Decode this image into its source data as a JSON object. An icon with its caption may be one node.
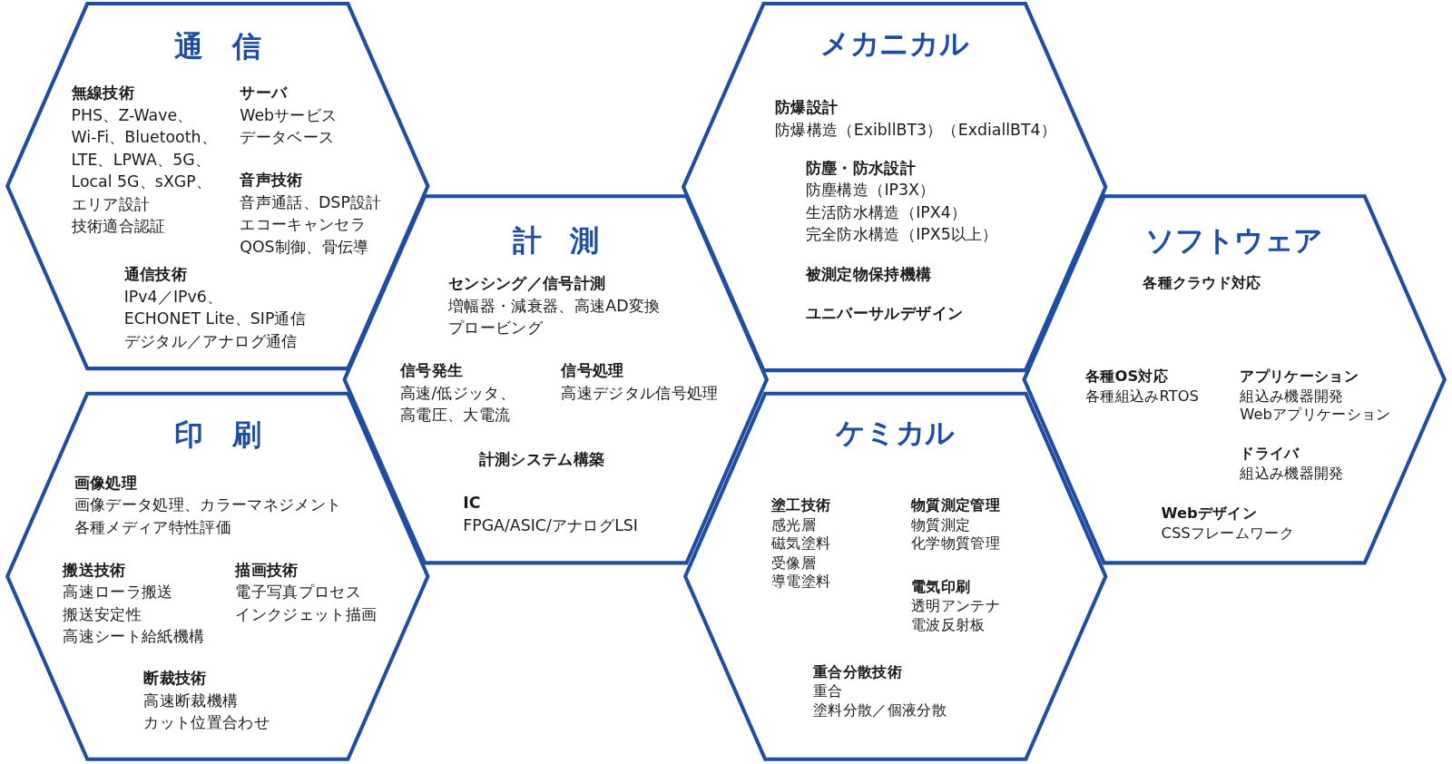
{
  "diagram": {
    "nodes": [
      {
        "text": [
          "通　信",
          "無線技術",
          "PHS、Z-Wave、",
          "Wi-Fi、Bluetooth、",
          "LTE、LPWA、5G、",
          "Local 5G、sXGP、",
          "エリア設計",
          "技術適合認証",
          "サーバ",
          "Webサービス",
          "データベース",
          "音声技術",
          "音声通話、DSP設計",
          "エコーキャンセラ",
          "QOS制御、骨伝導",
          "通信技術",
          "IPv4／IPv6、",
          "ECHONET Lite、SIP通信",
          "デジタル／アナログ通信"
        ]
      },
      {
        "text": [
          "印　刷",
          "画像処理",
          "画像データ処理、カラーマネジメント",
          "各種メディア特性評価",
          "搬送技術",
          "高速ローラ搬送",
          "搬送安定性",
          "高速シート給紙機構",
          "描画技術",
          "電子写真プロセス",
          "インクジェット描画",
          "断裁技術",
          "高速断裁機構",
          "カット位置合わせ"
        ]
      },
      {
        "text": [
          "計　測",
          "センシング／信号計測",
          "増幅器・減衰器、高速AD変換",
          "プロービング",
          "信号発生",
          "高速/低ジッタ、",
          "高電圧、大電流",
          "信号処理",
          "高速デジタル信号処理",
          "計測システム構築",
          "IC",
          "FPGA/ASIC/アナログLSI"
        ]
      },
      {
        "text": [
          "メカニカル",
          "防爆設計",
          "防爆構造（ExibllBT3）（ExdiallBT4）",
          "防塵・防水設計",
          "防塵構造（IP3X）",
          "生活防水構造（IPX4）",
          "完全防水構造（IPX5以上）",
          "被測定物保持機構",
          "ユニバーサルデザイン"
        ]
      },
      {
        "text": [
          "ケミカル",
          "塗工技術",
          "感光層",
          "磁気塗料",
          "受像層",
          "導電塗料",
          "物質測定管理",
          "物質測定",
          "化学物質管理",
          "電気印刷",
          "透明アンテナ",
          "電波反射板",
          "重合分散技術",
          "重合",
          "塗料分散／個液分散"
        ]
      },
      {
        "text": [
          "ソフトウェア",
          "各種クラウド対応",
          "各種OS対応",
          "各種組込みRTOS",
          "アプリケーション",
          "組込み機器開発",
          "Webアプリケーション",
          "ドライバ",
          "組込み機器開発",
          "Webデザイン",
          "CSSフレームワーク"
        ]
      }
    ]
  }
}
